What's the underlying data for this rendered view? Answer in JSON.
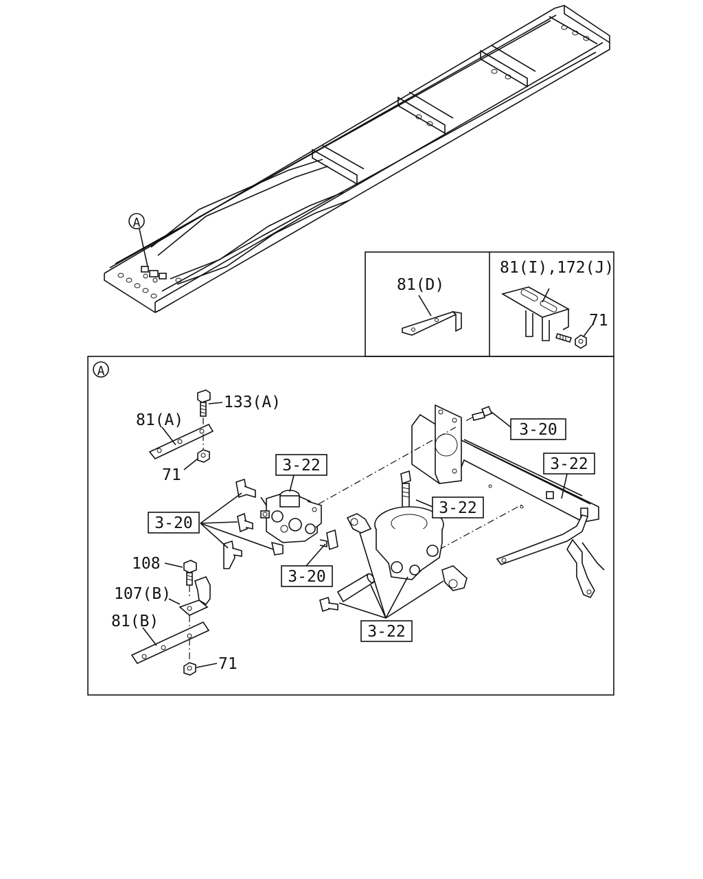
{
  "callout_a": "A",
  "inset_left": {
    "label": "81(D)"
  },
  "inset_right": {
    "label_top": "81(I),172(J)",
    "label_nut": "71"
  },
  "detail": {
    "marker": "A",
    "bolt_133a": "133(A)",
    "bracket_81a": "81(A)",
    "nut_71_top": "71",
    "ref_3_22_left": "3-22",
    "ref_3_20_left": "3-20",
    "ref_3_20_mid": "3-20",
    "ref_3_20_top": "3-20",
    "ref_3_22_right": "3-22",
    "ref_3_22_mid": "3-22",
    "ref_3_22_bottom": "3-22",
    "bolt_108": "108",
    "clip_107b": "107(B)",
    "bracket_81b": "81(B)",
    "nut_71_bottom": "71"
  }
}
